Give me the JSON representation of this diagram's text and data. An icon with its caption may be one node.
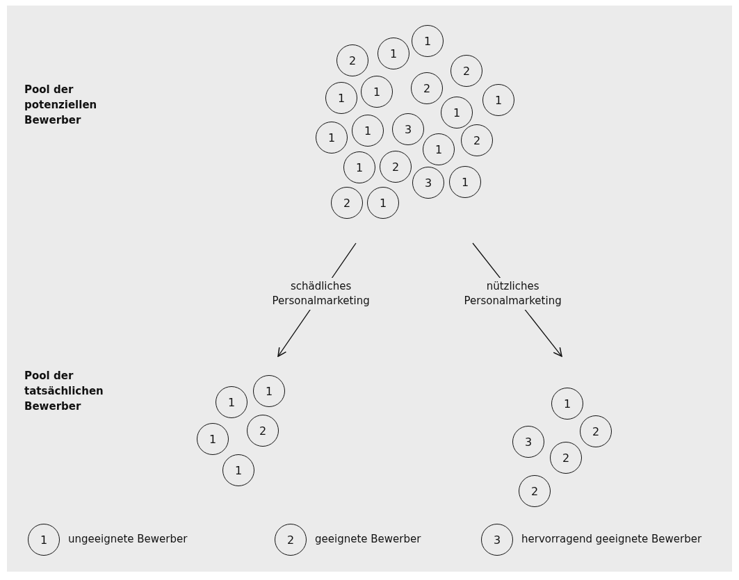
{
  "diagram": {
    "nodes": [
      {
        "text": [
          "Pool der potenziellen Bewerber"
        ]
      },
      {
        "text": [
          "2"
        ],
        "in": 0
      },
      {
        "text": [
          "1"
        ],
        "in": 0
      },
      {
        "text": [
          "1"
        ],
        "in": 0
      },
      {
        "text": [
          "2"
        ],
        "in": 0
      },
      {
        "text": [
          "1"
        ],
        "in": 0
      },
      {
        "text": [
          "1"
        ],
        "in": 0
      },
      {
        "text": [
          "2"
        ],
        "in": 0
      },
      {
        "text": [
          "1"
        ],
        "in": 0
      },
      {
        "text": [
          "1"
        ],
        "in": 0
      },
      {
        "text": [
          "1"
        ],
        "in": 0
      },
      {
        "text": [
          "1"
        ],
        "in": 0
      },
      {
        "text": [
          "3"
        ],
        "in": 0
      },
      {
        "text": [
          "1"
        ],
        "in": 0
      },
      {
        "text": [
          "2"
        ],
        "in": 0
      },
      {
        "text": [
          "1"
        ],
        "in": 0
      },
      {
        "text": [
          "2"
        ],
        "in": 0
      },
      {
        "text": [
          "3"
        ],
        "in": 0
      },
      {
        "text": [
          "1"
        ],
        "in": 0
      },
      {
        "text": [
          "2"
        ],
        "in": 0
      },
      {
        "text": [
          "1"
        ],
        "in": 0
      },
      {
        "text": [
          "Pool der tatsächlichen Bewerber"
        ]
      },
      {
        "text": [
          "1"
        ],
        "in": 21
      },
      {
        "text": [
          "1"
        ],
        "in": 21
      },
      {
        "text": [
          "2"
        ],
        "in": 21
      },
      {
        "text": [
          "1"
        ],
        "in": 21
      },
      {
        "text": [
          "1"
        ],
        "in": 21
      },
      {
        "text": [],
        "shape": "group"
      },
      {
        "text": [
          "1"
        ],
        "in": 27
      },
      {
        "text": [
          "2"
        ],
        "in": 27
      },
      {
        "text": [
          "3"
        ],
        "in": 27
      },
      {
        "text": [
          "2"
        ],
        "in": 27
      },
      {
        "text": [
          "2"
        ],
        "in": 27
      },
      {
        "text": [
          "1"
        ],
        "beside": [
          "ungeeignete Bewerber"
        ]
      },
      {
        "text": [
          "2"
        ],
        "beside": [
          "geeignete Bewerber"
        ]
      },
      {
        "text": [
          "3"
        ],
        "beside": [
          "hervorragend geeignete Bewerber"
        ]
      }
    ],
    "edges": [
      {
        "from": 0,
        "to": 21,
        "arrow": "to",
        "label": "schädliches Personalmarketing"
      },
      {
        "from": 0,
        "to": 27,
        "arrow": "to",
        "label": "nützliches Personalmarketing"
      }
    ]
  }
}
